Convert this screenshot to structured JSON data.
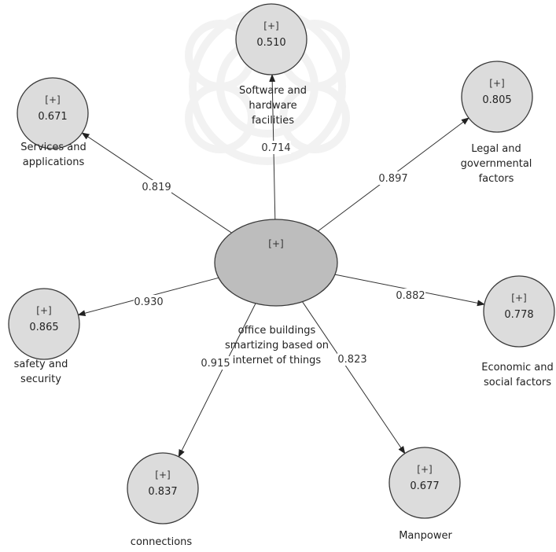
{
  "center": {
    "badge": "[+]",
    "label_lines": [
      "office buildings",
      "smartizing based on",
      "internet of things"
    ]
  },
  "nodes": [
    {
      "id": "software",
      "badge": "[+]",
      "value": "0.510",
      "path": "0.714",
      "label_lines": [
        "Software and",
        "hardware",
        "facilities"
      ]
    },
    {
      "id": "legal",
      "badge": "[+]",
      "value": "0.805",
      "path": "0.897",
      "label_lines": [
        "Legal and",
        "governmental",
        "factors"
      ]
    },
    {
      "id": "services",
      "badge": "[+]",
      "value": "0.671",
      "path": "0.819",
      "label_lines": [
        "Services and",
        "applications"
      ]
    },
    {
      "id": "economic",
      "badge": "[+]",
      "value": "0.778",
      "path": "0.882",
      "label_lines": [
        "Economic and",
        "social factors"
      ]
    },
    {
      "id": "safety",
      "badge": "[+]",
      "value": "0.865",
      "path": "0.930",
      "label_lines": [
        "safety and",
        "security"
      ]
    },
    {
      "id": "connections",
      "badge": "[+]",
      "value": "0.837",
      "path": "0.915",
      "label_lines": [
        "connections"
      ]
    },
    {
      "id": "manpower",
      "badge": "[+]",
      "value": "0.677",
      "path": "0.823",
      "label_lines": [
        "Manpower"
      ]
    }
  ],
  "colors": {
    "node_fill": "#dcdcdc",
    "center_fill": "#bdbdbd",
    "stroke": "#3a3a3a"
  }
}
